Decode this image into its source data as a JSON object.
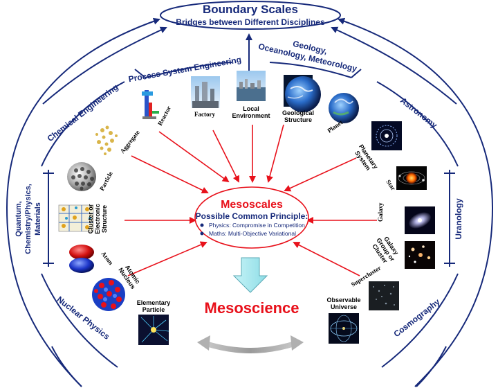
{
  "colors": {
    "navy": "#16297a",
    "red": "#e8111b",
    "cyan": "#aee9ef",
    "grey": "#b8b8b8"
  },
  "top": {
    "title": "Boundary Scales",
    "subtitle": "Bridges between Different Disciplines"
  },
  "center": {
    "title": "Mesoscales",
    "subtitle": "Possible Common Principle:",
    "bullets": [
      "Physics: Compromise in Competition",
      "Maths: Multi-Objective Variational"
    ]
  },
  "mesoscience": "Mesoscience",
  "disciplines": {
    "process_system_engineering": "Process System Engineering",
    "geology": [
      "Geology,",
      "Oceanology, Meteorology"
    ],
    "chemical_engineering": "Chemical Engineering",
    "astronomy": "Astronomy",
    "quantum": [
      "Quantum,",
      "Chemistry/Physics,",
      "Materials"
    ],
    "uranology": "Uranology",
    "nuclear_physics": "Nuclear Physics",
    "cosmography": "Cosmography"
  },
  "items": {
    "reactor": "Reactor",
    "factory": "Factory",
    "local_environment": [
      "Local",
      "Environment"
    ],
    "geological_structure": [
      "Geological",
      "Structure"
    ],
    "planet": "Planet",
    "aggregate": "Aggregate",
    "particle": "Particle",
    "cluster": [
      "Cluster or",
      "Electronic",
      "Structure"
    ],
    "atom": "Atom",
    "atomic_nucleus": [
      "Atomic",
      "Nucleus"
    ],
    "elementary_particle": [
      "Elementary",
      "Particle"
    ],
    "planetary_system": [
      "Planetary",
      "System"
    ],
    "star": "Star",
    "galaxy": "Galaxy",
    "galaxy_group": [
      "Galaxy",
      "Group or",
      "Cluster"
    ],
    "supercluster": "Supercluster",
    "observable_universe": [
      "Observable",
      "Universe"
    ]
  }
}
